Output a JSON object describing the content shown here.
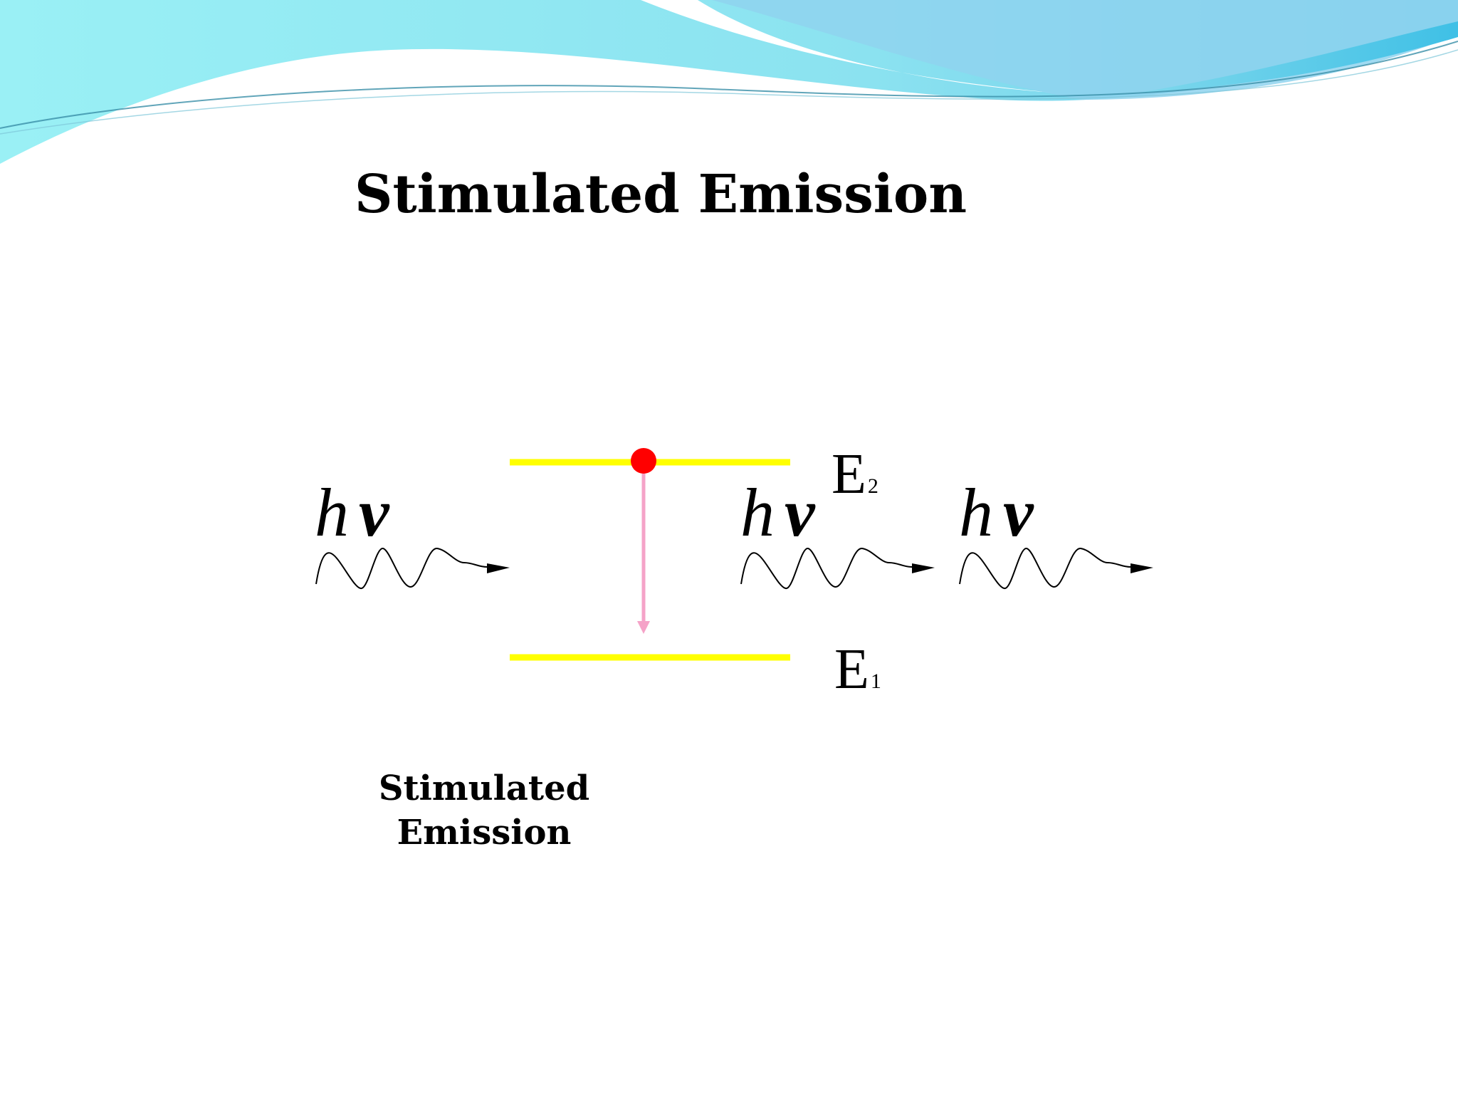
{
  "slide": {
    "title": "Stimulated Emission",
    "caption_line1": "Stimulated",
    "caption_line2": "Emission"
  },
  "levels": {
    "upper": {
      "letter": "E",
      "sub": "2"
    },
    "lower": {
      "letter": "E",
      "sub": "1"
    }
  },
  "photons": [
    {
      "h": "h",
      "nu": "ν",
      "role": "incident"
    },
    {
      "h": "h",
      "nu": "ν",
      "role": "stimulating-out"
    },
    {
      "h": "h",
      "nu": "ν",
      "role": "emitted"
    }
  ],
  "colors": {
    "energy_level": "#ffff00",
    "electron": "#ff0000",
    "transition_arrow": "#f5a3c8",
    "wave": "#000000",
    "banner_light": "#9af0f5",
    "banner_dark": "#66c6e8"
  },
  "icons": {
    "electron": "filled-circle",
    "transition": "down-arrow",
    "photon": "wavy-arrow"
  }
}
